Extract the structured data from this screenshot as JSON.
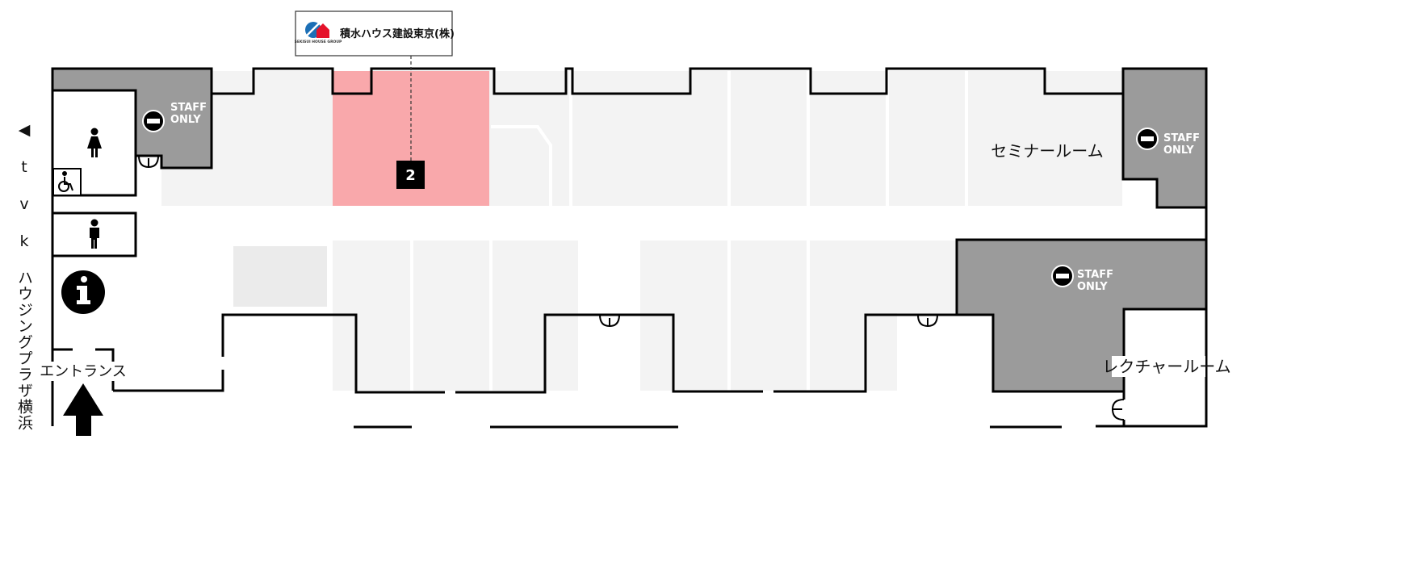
{
  "colors": {
    "wall": "#000000",
    "booth": "#f3f3f3",
    "staff_area": "#9b9b9b",
    "highlight": "#f9a8ab",
    "marker": "#000000",
    "logo_blue": "#1c6fb6",
    "logo_red": "#e5122a"
  },
  "exhibitor": {
    "name": "積水ハウス建設東京(株)",
    "logo_small_text": "SEKISUI HOUSE GROUP",
    "booth_number": "2"
  },
  "direction_label": "◀ t v k ハウジングプラザ横浜",
  "entrance_label": "エントランス",
  "seminar_room_label": "セミナールーム",
  "lecture_room_label": "レクチャールーム",
  "staff_only": {
    "line1": "STAFF",
    "line2": "ONLY"
  },
  "icons": [
    "female-restroom-icon",
    "accessible-restroom-icon",
    "male-restroom-icon",
    "information-icon",
    "entrance-arrow-icon",
    "no-entry-icon",
    "company-logo-icon"
  ]
}
